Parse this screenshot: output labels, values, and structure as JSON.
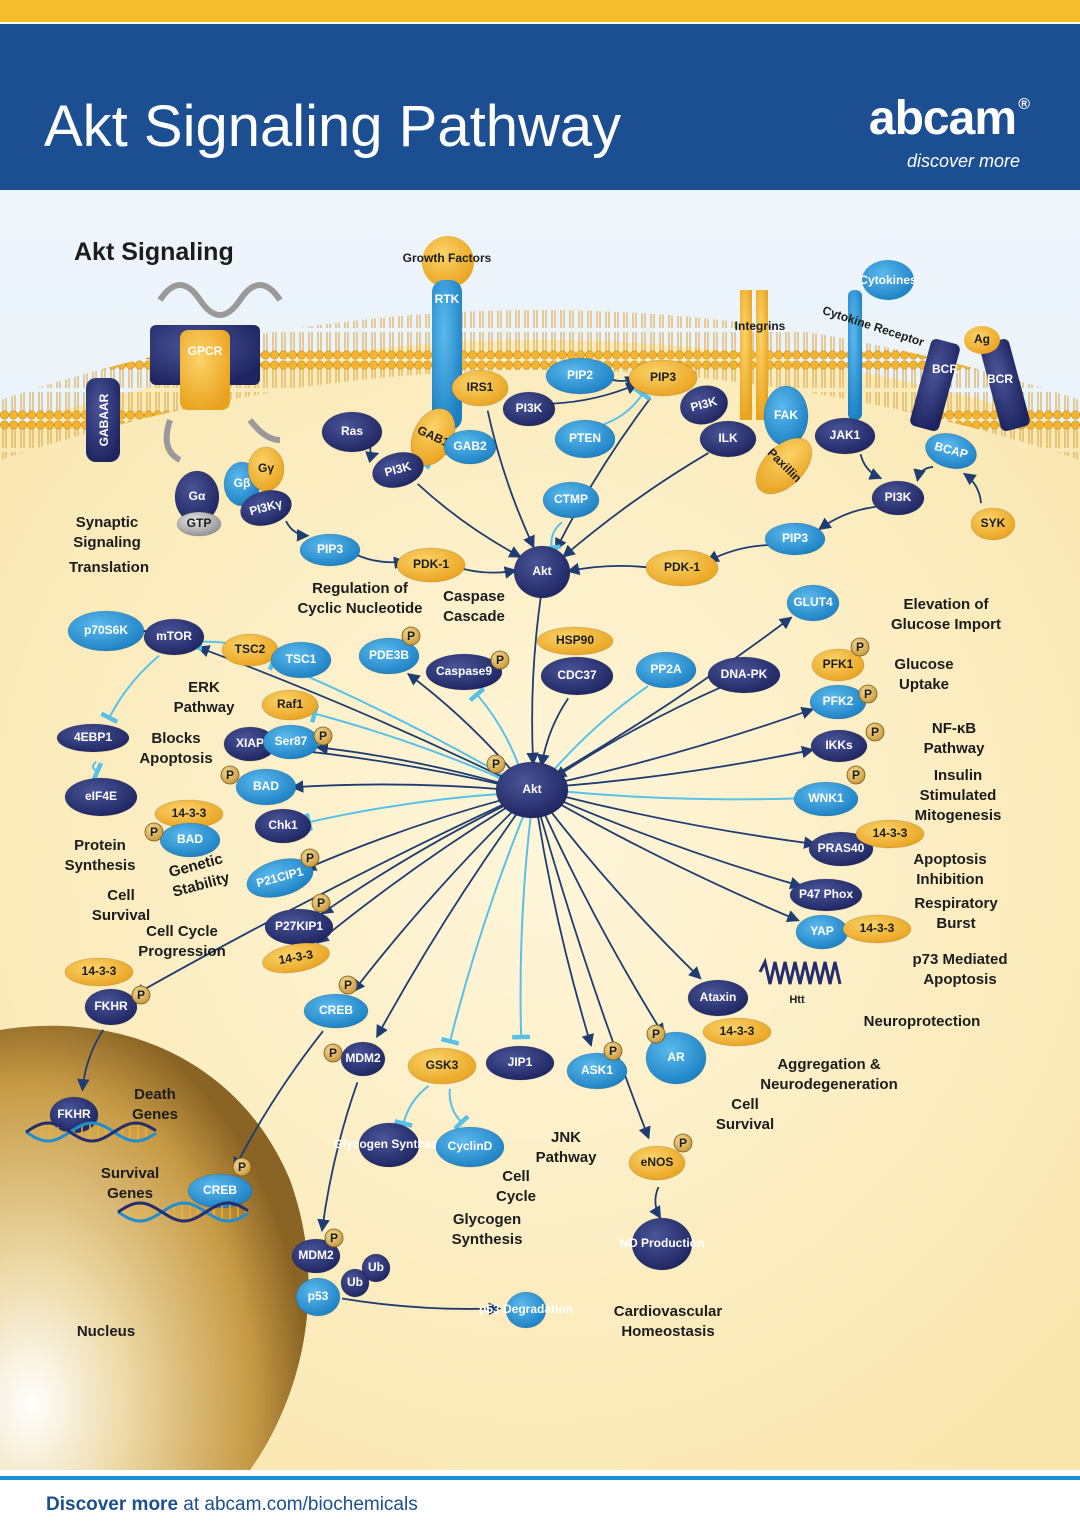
{
  "header": {
    "title": "Akt Signaling Pathway",
    "logo": {
      "word": "abcam",
      "registered": "®",
      "tagline": "discover more"
    }
  },
  "footer": {
    "bold": "Discover more",
    "rest": " at abcam.com/biochemicals"
  },
  "colors": {
    "header_blue": "#1b4f92",
    "stripe_yellow": "#f6bd2c",
    "cytoplasm": "#fbecc0",
    "node_light_blue": "#1e8fd0",
    "node_dark_navy": "#262d6c",
    "node_gold": "#f2b02b",
    "arrow_navy": "#1f3d72",
    "inhibit_cyan": "#58c1e8"
  },
  "diagram": {
    "section_title": "Akt Signaling",
    "membrane": {
      "growth_factors": "Growth Factors",
      "rtk": "RTK",
      "gpcr": "GPCR",
      "gabaar": "GABAAR",
      "integrins": "Integrins",
      "cytokines": "Cytokines",
      "cytokine_receptor": "Cytokine Receptor",
      "bcr_left": "BCR",
      "bcr_right": "BCR",
      "ag": "Ag"
    },
    "nodes": {
      "ras": "Ras",
      "gab1": "GAB1",
      "irs1": "IRS1",
      "pi3k_rtk": "PI3K",
      "gab2": "GAB2",
      "pip2": "PIP2",
      "pi3k_mid": "PI3K",
      "pten": "PTEN",
      "pip3_top": "PIP3",
      "pi3k_ilk": "PI3K",
      "ilk": "ILK",
      "fak": "FAK",
      "paxillin": "Paxillin",
      "jak1": "JAK1",
      "bcap": "BCAP",
      "pi3k_right": "PI3K",
      "syk": "SYK",
      "ga": "Gα",
      "gtp": "GTP",
      "gb": "Gβ",
      "gg": "Gγ",
      "pi3kg": "PI3Kγ",
      "ctmp": "CTMP",
      "pip3_left": "PIP3",
      "pdk1_left": "PDK-1",
      "pip3_right": "PIP3",
      "pdk1_right": "PDK-1",
      "akt_top": "Akt",
      "p70s6k": "p70S6K",
      "mtor": "mTOR",
      "tsc2": "TSC2",
      "tsc1": "TSC1",
      "pde3b": "PDE3B",
      "caspase9": "Caspase9",
      "hsp90": "HSP90",
      "cdc37": "CDC37",
      "pp2a": "PP2A",
      "dnapk": "DNA-PK",
      "glut4": "GLUT4",
      "pfk1": "PFK1",
      "pfk2": "PFK2",
      "raf1": "Raf1",
      "ebp1": "4EBP1",
      "xiap": "XIAP",
      "ser87": "Ser87",
      "eif4e": "eIF4E",
      "bad_top": "BAD",
      "p1433_bad": "14-3-3",
      "bad_bot": "BAD",
      "chk1": "Chk1",
      "p21": "P21CIP1",
      "p27": "P27KIP1",
      "p1433_p27": "14-3-3",
      "ikks": "IKKs",
      "wnk1": "WNK1",
      "pras40": "PRAS40",
      "p1433_pras": "14-3-3",
      "p47": "P47 Phox",
      "yap": "YAP",
      "p1433_yap": "14-3-3",
      "htt": "Htt",
      "akt_center": "Akt",
      "p1433_fkhr": "14-3-3",
      "fkhr_top": "FKHR",
      "creb_top": "CREB",
      "mdm2_top": "MDM2",
      "gsk3": "GSK3",
      "jip1": "JIP1",
      "ask1": "ASK1",
      "ar": "AR",
      "ataxin": "Ataxin",
      "p1433_ataxin": "14-3-3",
      "glycogen_synthase": "Glycogen Synthase",
      "cyclind": "CyclinD",
      "enos": "eNOS",
      "no_production": "NO Production",
      "fkhr_dna": "FKHR",
      "creb_dna": "CREB",
      "mdm2_bot": "MDM2",
      "ub1": "Ub",
      "ub2": "Ub",
      "p53": "p53",
      "p53_degradation": "p53 Degradation",
      "phospho": "P"
    },
    "outcomes": {
      "synaptic": [
        "Synaptic",
        "Signaling"
      ],
      "translation": "Translation",
      "reg_cyclic": [
        "Regulation of",
        "Cyclic Nucleotide"
      ],
      "caspase_cascade": [
        "Caspase",
        "Cascade"
      ],
      "glucose_import": [
        "Elevation of",
        "Glucose Import"
      ],
      "glucose_uptake": [
        "Glucose",
        "Uptake"
      ],
      "erk": [
        "ERK",
        "Pathway"
      ],
      "blocks_apoptosis": [
        "Blocks",
        "Apoptosis"
      ],
      "nfkb": [
        "NF-κB",
        "Pathway"
      ],
      "insulin": [
        "Insulin",
        "Stimulated",
        "Mitogenesis"
      ],
      "protein_synthesis": [
        "Protein",
        "Synthesis"
      ],
      "genetic_stability": [
        "Genetic",
        "Stability"
      ],
      "cell_survival_left": [
        "Cell",
        "Survival"
      ],
      "cell_cycle_progression": [
        "Cell Cycle",
        "Progression"
      ],
      "apoptosis_inhibition": [
        "Apoptosis",
        "Inhibition"
      ],
      "respiratory_burst": [
        "Respiratory",
        "Burst"
      ],
      "p73": [
        "p73 Mediated",
        "Apoptosis"
      ],
      "neuroprotection": "Neuroprotection",
      "aggregation": [
        "Aggregation &",
        "Neurodegeneration"
      ],
      "cell_survival_right": [
        "Cell",
        "Survival"
      ],
      "death_genes": [
        "Death",
        "Genes"
      ],
      "survival_genes": [
        "Survival",
        "Genes"
      ],
      "jnk": [
        "JNK",
        "Pathway"
      ],
      "cell_cycle": [
        "Cell",
        "Cycle"
      ],
      "glycogen_synthesis": [
        "Glycogen",
        "Synthesis"
      ],
      "cardio": [
        "Cardiovascular",
        "Homeostasis"
      ],
      "nucleus": "Nucleus"
    }
  }
}
